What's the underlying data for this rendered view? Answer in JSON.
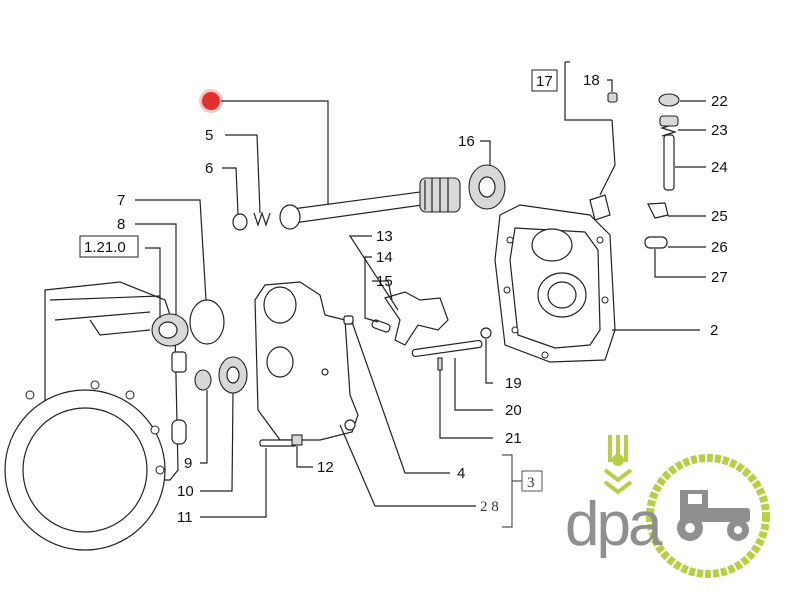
{
  "diagram": {
    "labels": {
      "l1_21_0": "1.21.0",
      "l2": "2",
      "l3": "3",
      "l4": "4",
      "l5": "5",
      "l6": "6",
      "l7": "7",
      "l8": "8",
      "l9": "9",
      "l10": "10",
      "l11": "11",
      "l12": "12",
      "l13": "13",
      "l14": "14",
      "l15": "15",
      "l16": "16",
      "l17": "17",
      "l18": "18",
      "l19": "19",
      "l20": "20",
      "l21": "21",
      "l22": "22",
      "l23": "23",
      "l24": "24",
      "l25": "25",
      "l26": "26",
      "l27": "27",
      "l28": "2 8"
    },
    "highlight_color": "#e0201c"
  },
  "logo": {
    "text": "dpa",
    "green": "#b5cc3a",
    "gray": "#8a8a8a"
  }
}
